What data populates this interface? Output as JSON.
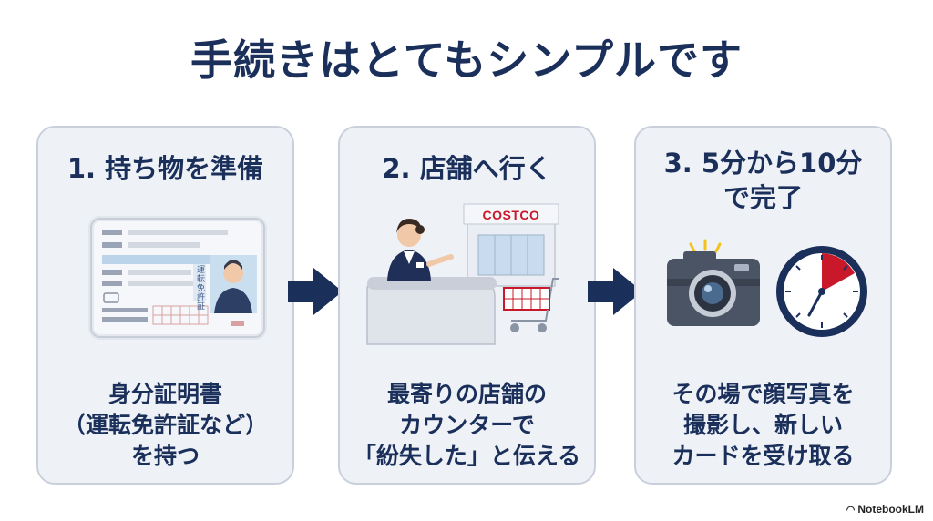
{
  "title": "手続きはとてもシンプルです",
  "steps": [
    {
      "title_lines": [
        "1. 持ち物を準備"
      ],
      "desc_lines": [
        "身分証明書",
        "（運転免許証など）",
        "を持つ"
      ],
      "illustration_labels": {
        "license_vertical": "運転免許証"
      }
    },
    {
      "title_lines": [
        "2. 店舗へ行く"
      ],
      "desc_lines": [
        "最寄りの店舗の",
        "カウンターで",
        "「紛失した」と伝える"
      ],
      "illustration_labels": {
        "store_sign": "COSTCO"
      }
    },
    {
      "title_lines": [
        "3. 5分から10分",
        "で完了"
      ],
      "desc_lines": [
        "その場で顔写真を",
        "撮影し、新しい",
        "カードを受け取る"
      ],
      "illustration_labels": {}
    }
  ],
  "branding": {
    "logo_text": "NotebookLM"
  },
  "colors": {
    "navy": "#1b2f5b",
    "card_bg": "#eef1f6",
    "card_border": "#c9d0dc",
    "accent_red": "#c8182a"
  },
  "icons": [
    "drivers-license-icon",
    "store-clerk-icon",
    "store-building-icon",
    "shopping-cart-icon",
    "camera-icon",
    "timer-icon",
    "arrow-right-icon"
  ]
}
